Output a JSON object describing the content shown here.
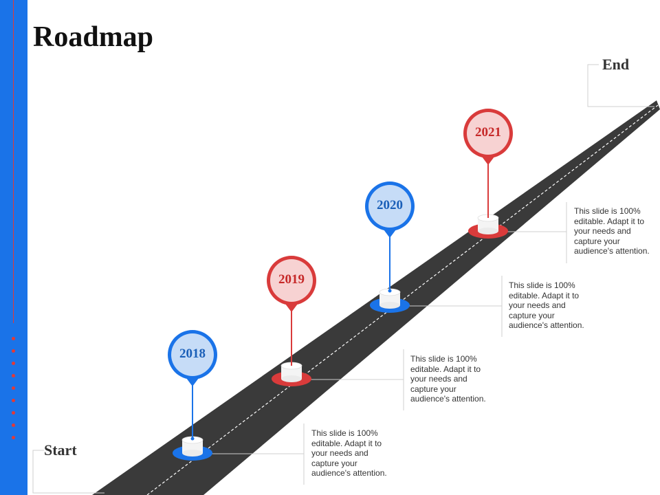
{
  "title": "Roadmap",
  "start_label": "Start",
  "end_label": "End",
  "colors": {
    "blue": "#1a73e8",
    "red": "#d93b3b",
    "road": "#3a3a3a"
  },
  "milestones": [
    {
      "year": "2018",
      "color": "blue",
      "text": "This slide is 100% editable. Adapt it to your needs and capture your audience's attention."
    },
    {
      "year": "2019",
      "color": "red",
      "text": "This slide is 100% editable. Adapt it to your needs and capture your audience's attention."
    },
    {
      "year": "2020",
      "color": "blue",
      "text": "This slide is 100% editable. Adapt it to your needs and capture your audience's attention."
    },
    {
      "year": "2021",
      "color": "red",
      "text": "This slide is 100% editable. Adapt it to your needs and capture your audience's attention."
    }
  ]
}
